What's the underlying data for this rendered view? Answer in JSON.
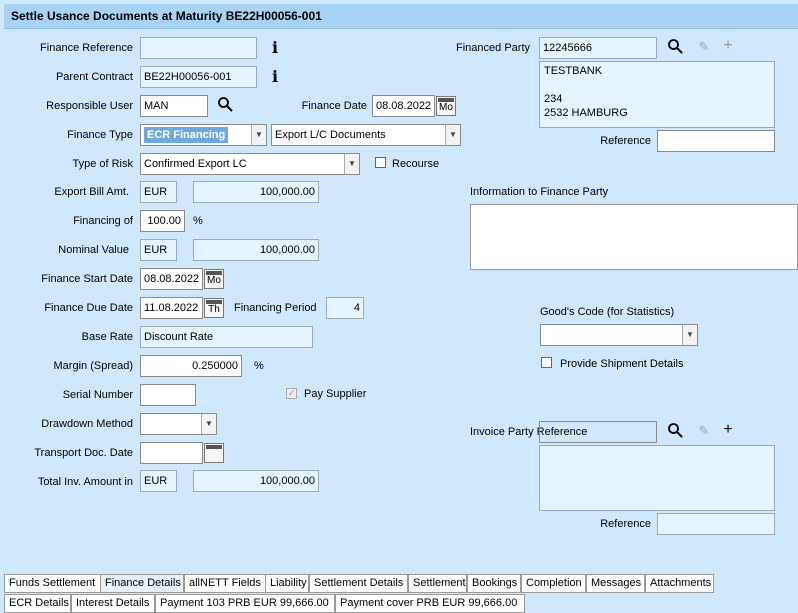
{
  "title": "Settle Usance Documents at Maturity BE22H00056-001",
  "left": {
    "finance_reference": {
      "label": "Finance Reference",
      "value": ""
    },
    "parent_contract": {
      "label": "Parent Contract",
      "value": "BE22H00056-001"
    },
    "responsible_user": {
      "label": "Responsible User",
      "value": "MAN"
    },
    "finance_date": {
      "label": "Finance Date",
      "value": "08.08.2022",
      "weekday": "Mo"
    },
    "finance_type": {
      "label": "Finance Type",
      "value": "ECR Financing",
      "second_value": "Export L/C Documents"
    },
    "type_of_risk": {
      "label": "Type of Risk",
      "value": "Confirmed Export LC"
    },
    "recourse": {
      "label": "Recourse"
    },
    "export_bill_amt": {
      "label": "Export Bill Amt.",
      "currency": "EUR",
      "amount": "100,000.00"
    },
    "financing_of": {
      "label": "Financing of",
      "value": "100.00",
      "unit": "%"
    },
    "nominal_value": {
      "label": "Nominal Value",
      "currency": "EUR",
      "amount": "100,000.00"
    },
    "finance_start_date": {
      "label": "Finance Start Date",
      "value": "08.08.2022",
      "weekday": "Mo"
    },
    "finance_due_date": {
      "label": "Finance Due Date",
      "value": "11.08.2022",
      "weekday": "Th"
    },
    "financing_period": {
      "label": "Financing Period",
      "value": "4"
    },
    "base_rate": {
      "label": "Base Rate",
      "value": "Discount Rate"
    },
    "margin": {
      "label": "Margin (Spread)",
      "value": "0.250000",
      "unit": "%"
    },
    "serial_number": {
      "label": "Serial Number",
      "value": ""
    },
    "pay_supplier": {
      "label": "Pay Supplier"
    },
    "drawdown_method": {
      "label": "Drawdown Method",
      "value": ""
    },
    "transport_doc_date": {
      "label": "Transport Doc. Date",
      "value": ""
    },
    "total_inv_amount": {
      "label": "Total Inv. Amount in",
      "currency": "EUR",
      "amount": "100,000.00"
    }
  },
  "right": {
    "financed_party": {
      "label": "Financed Party",
      "value": "12245666",
      "address": "TESTBANK\n\n234\n2532 HAMBURG"
    },
    "reference1": {
      "label": "Reference",
      "value": ""
    },
    "info_to_finance_party": {
      "label": "Information to Finance Party",
      "value": ""
    },
    "goods_code": {
      "label": "Good's Code (for Statistics)",
      "value": ""
    },
    "provide_shipment": {
      "label": "Provide Shipment Details"
    },
    "invoice_party": {
      "label": "Invoice Party Reference",
      "value": ""
    },
    "reference2": {
      "label": "Reference",
      "value": ""
    }
  },
  "tabs_row1": [
    "Funds Settlement",
    "Finance Details",
    "allNETT Fields",
    "Liability",
    "Settlement Details",
    "Settlement",
    "Bookings",
    "Completion",
    "Messages",
    "Attachments"
  ],
  "tabs_row2": [
    "ECR Details",
    "Interest Details",
    "Payment 103 PRB EUR 99,666.00",
    "Payment cover PRB EUR 99,666.00"
  ],
  "colors": {
    "background": "#cfe8fb",
    "titlebar": "#a9d3f5",
    "highlight": "#6fa8dc"
  }
}
